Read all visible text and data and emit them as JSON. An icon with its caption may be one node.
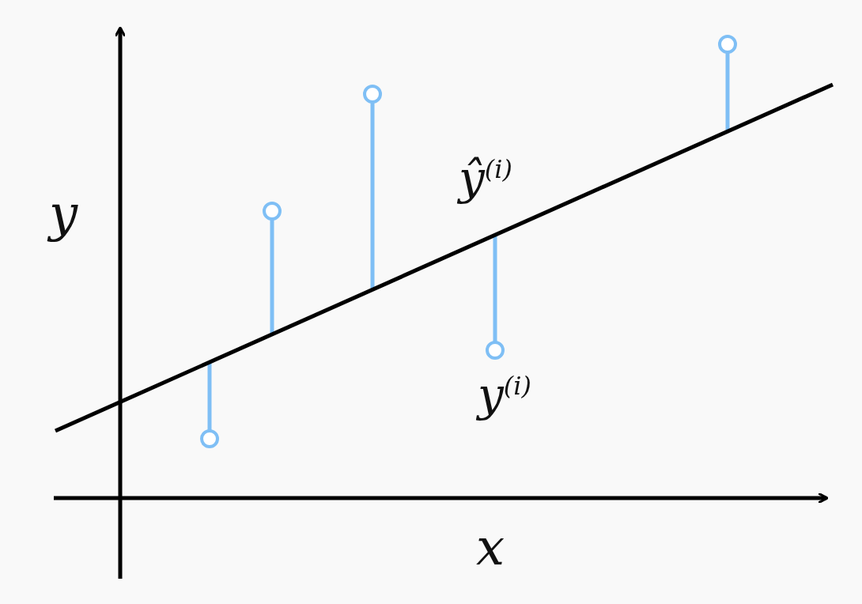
{
  "diagram": {
    "labels": [
      "y",
      "ŷ$^{(i)}$",
      "y$^{(i)}$",
      "x"
    ]
  }
}
